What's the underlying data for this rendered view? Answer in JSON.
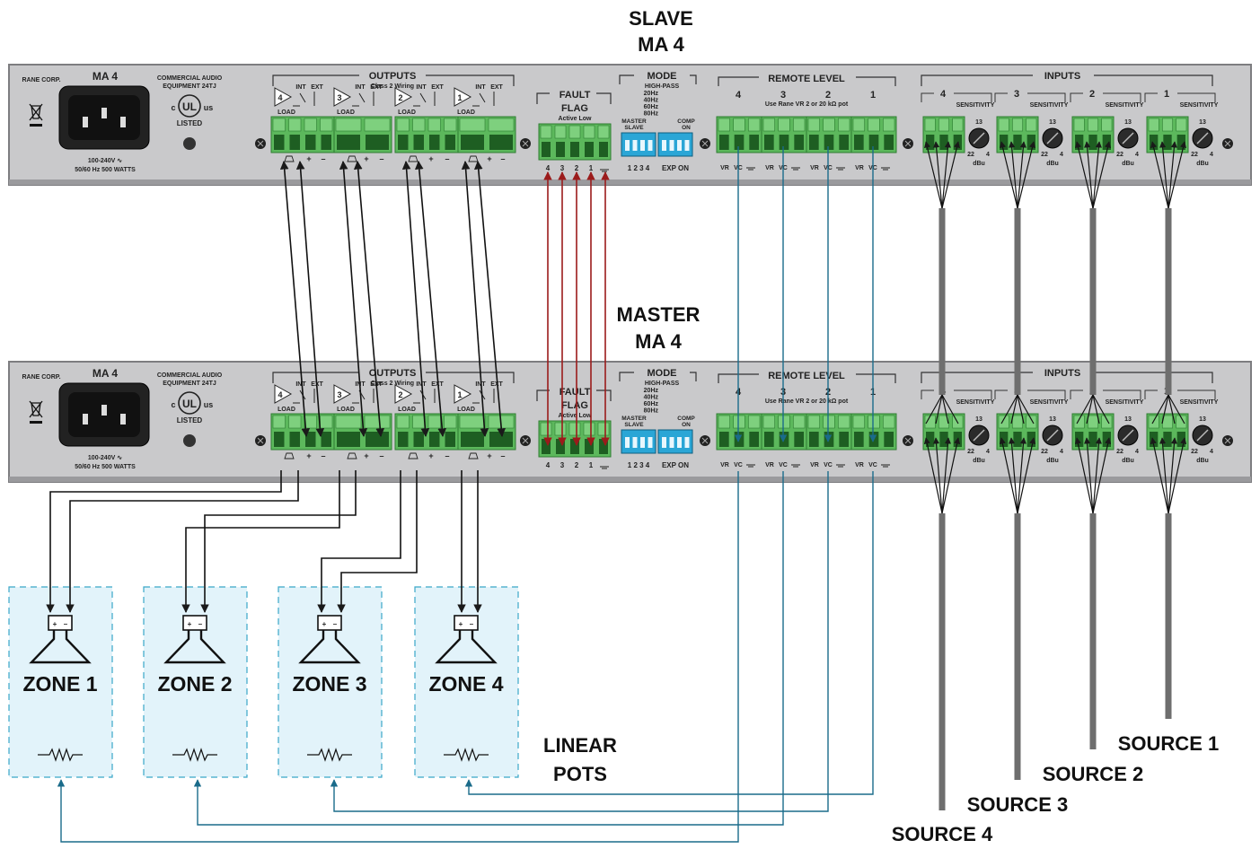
{
  "titles": {
    "slave_line1": "SLAVE",
    "slave_line2": "MA 4",
    "master_line1": "MASTER",
    "master_line2": "MA 4",
    "linear_pots_line1": "LINEAR",
    "linear_pots_line2": "POTS"
  },
  "panel": {
    "rane_corp": "RANE CORP.",
    "model": "MA 4",
    "commercial_line1": "COMMERCIAL AUDIO",
    "commercial_line2": "EQUIPMENT 24TJ",
    "ul_c": "c",
    "ul_us": "us",
    "listed": "LISTED",
    "power_line1": "100-240V ∿",
    "power_line2": "50/60 Hz 500 WATTS",
    "outputs": "OUTPUTS",
    "class2": "Class 2 Wiring",
    "int": "INT",
    "ext": "EXT",
    "load": "LOAD",
    "out_nums": [
      "4",
      "3",
      "2",
      "1"
    ],
    "plus": "+",
    "minus": "–",
    "fault_line1": "FAULT",
    "fault_line2": "FLAG",
    "active_low": "Active Low",
    "fault_pins": [
      "4",
      "3",
      "2",
      "1"
    ],
    "mode": "MODE",
    "highpass": "HIGH-PASS",
    "hp_freqs": [
      "20Hz",
      "40Hz",
      "60Hz",
      "80Hz"
    ],
    "master": "MASTER",
    "slave": "SLAVE",
    "comp": "COMP",
    "on": "ON",
    "dip_nums": "1 2 3 4",
    "exp_on": "EXP ON",
    "remote_level": "REMOTE LEVEL",
    "remote_sub": "Use Rane VR 2 or 20 kΩ pot",
    "remote_nums": [
      "4",
      "3",
      "2",
      "1"
    ],
    "vr": "VR",
    "vc": "VC",
    "inputs": "INPUTS",
    "input_nums": [
      "4",
      "3",
      "2",
      "1"
    ],
    "sensitivity": "SENSITIVITY",
    "sens_13": "13",
    "sens_22": "22",
    "sens_4": "4",
    "dbu": "dBu"
  },
  "zones": [
    "ZONE 1",
    "ZONE 2",
    "ZONE 3",
    "ZONE 4"
  ],
  "speaker_plus": "+",
  "speaker_minus": "–",
  "sources": [
    "SOURCE 1",
    "SOURCE 2",
    "SOURCE 3",
    "SOURCE 4"
  ],
  "colors": {
    "panel": "#c9c9cb",
    "panel_edge": "#7d7d80",
    "terminal_green": "#5cb85c",
    "terminal_dark": "#2e7d32",
    "fault_wire": "#9b1b1b",
    "remote_wire": "#1a6b8a",
    "speaker_wire": "#1a1a1a",
    "source_cable": "#6e6e6e",
    "zone_fill": "#e2f3fa",
    "zone_border": "#3aa7c8",
    "dip_blue": "#2aa6d6"
  }
}
